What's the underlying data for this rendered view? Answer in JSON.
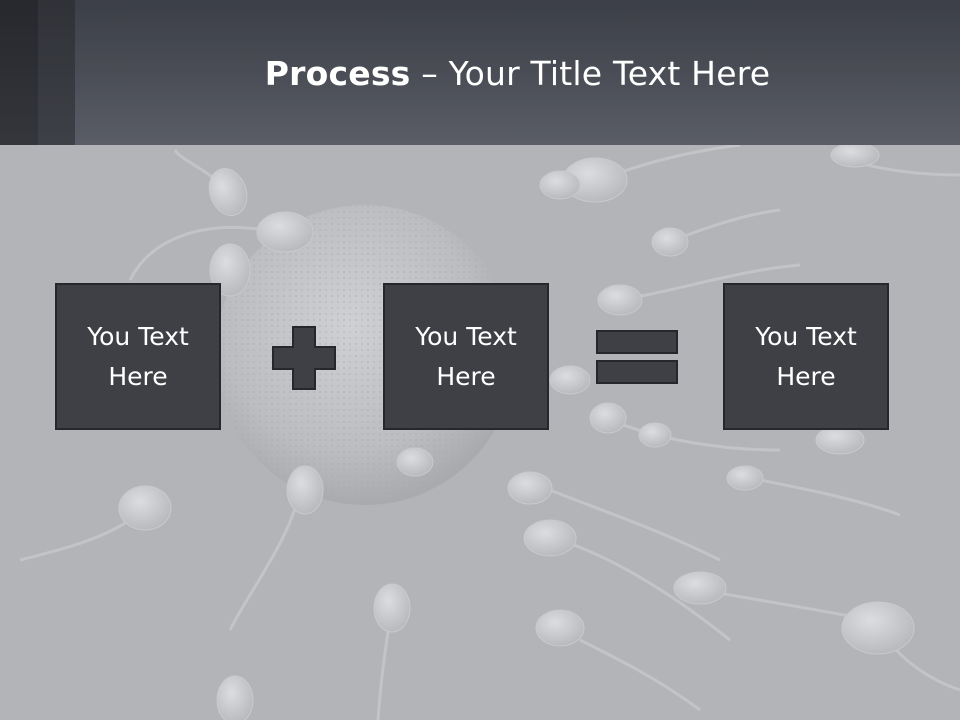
{
  "title": {
    "bold": "Process",
    "rest": " – Your Title Text Here"
  },
  "boxes": [
    {
      "label": "You Text Here"
    },
    {
      "label": "You Text Here"
    },
    {
      "label": "You Text Here"
    }
  ],
  "operators": {
    "first": "plus-icon",
    "second": "equals-icon"
  },
  "colors": {
    "header": "#4a4d55",
    "box_fill": "#3e4046",
    "box_border": "#25272b",
    "background": "#b3b4b8",
    "text": "#ffffff"
  }
}
